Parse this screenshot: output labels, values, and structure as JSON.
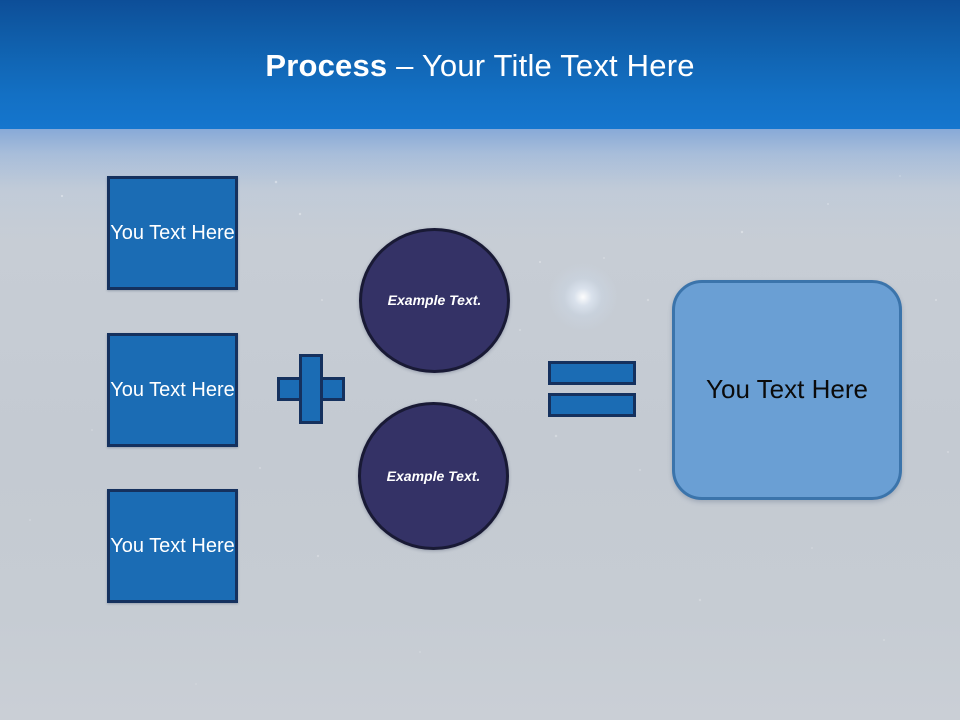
{
  "slide": {
    "title": {
      "bold_part": "Process",
      "regular_part": " – Your Title Text Here"
    },
    "colors": {
      "header_blue_top": "#0d4e98",
      "header_blue_bottom": "#1576ce",
      "background": "#c6ccd4",
      "box_fill": "#1b6cb4",
      "box_border": "#15315e",
      "circle_fill": "#343266",
      "circle_border": "#191a35",
      "result_fill": "#6a9fd4",
      "result_border": "#3b74ab",
      "title_text": "#ffffff",
      "result_text": "#0b0b0b"
    },
    "input_boxes": [
      {
        "label": "You Text Here"
      },
      {
        "label": "You Text Here"
      },
      {
        "label": "You Text Here"
      }
    ],
    "operators": {
      "plus": "+",
      "equals": "="
    },
    "circles": [
      {
        "label": "Example Text."
      },
      {
        "label": "Example Text."
      }
    ],
    "result_box": {
      "label": "You Text Here"
    }
  }
}
